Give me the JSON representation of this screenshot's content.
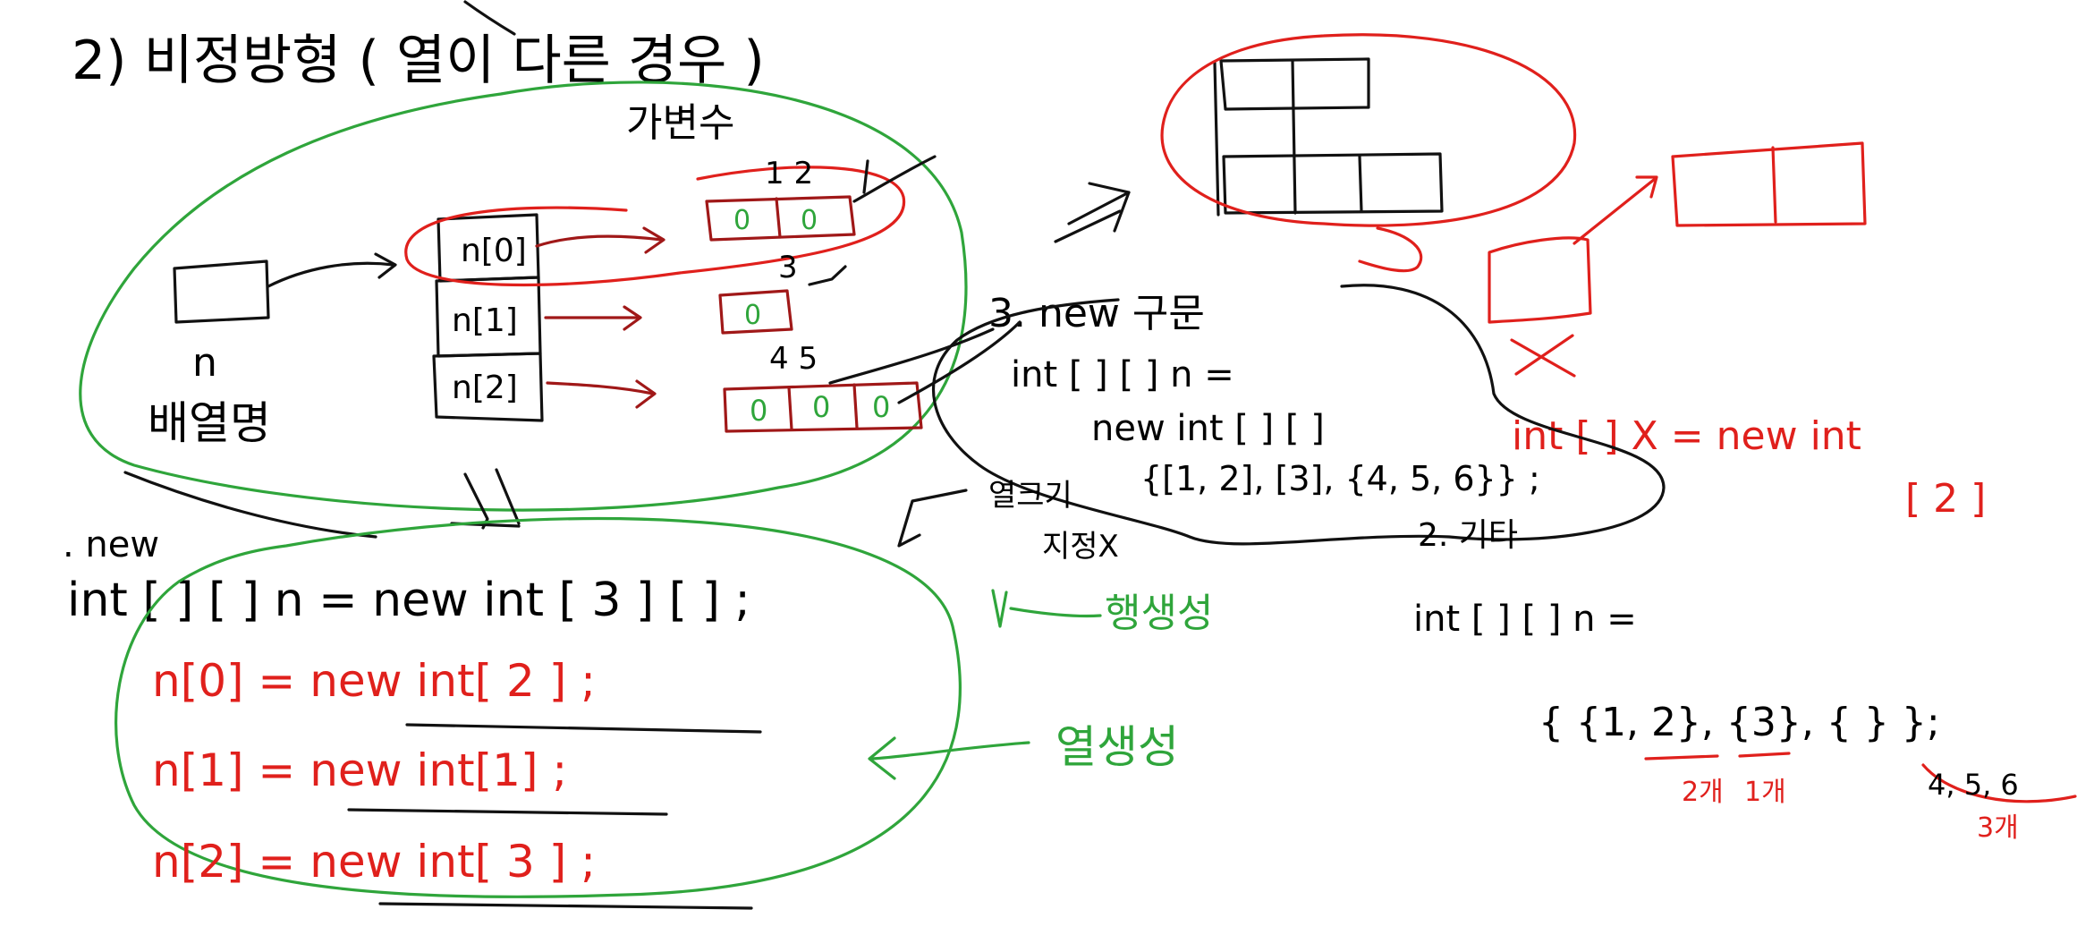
{
  "whiteboard": {
    "heading": "2) 비정방형 ( 열이 다른 경우 )",
    "heading_sub": "가변수",
    "ref_label": "n",
    "ref_caption": "배열명",
    "row_labels": [
      "n[0]",
      "n[1]",
      "n[2]"
    ],
    "col_index_top": "1  2",
    "col_index_row1": "3",
    "col_index_row2": "4  5",
    "cells_row0": [
      "0",
      "0"
    ],
    "cells_row1": [
      "0"
    ],
    "cells_row2": [
      "0",
      "0",
      "0"
    ],
    "equals_arrow": "//",
    "step_new_label": ". new",
    "code_declare": "int [ ] [ ] n = new int [ 3 ] [ ] ;",
    "code_rows": [
      "n[0] = new int[ 2 ] ;",
      "n[1] = new int[1] ;",
      "n[2] = new int[ 3 ] ;"
    ],
    "note_row_create": "행생성",
    "note_col_create": "열생성",
    "step3_title": "3. new 구문",
    "step3_line1": "int [ ] [ ] n =",
    "step3_line2": "new int [ ] [ ]",
    "step3_line3": "{[1, 2], [3], {4, 5, 6}} ;",
    "note_col_size": "열크기",
    "note_col_size2": "지정X",
    "step2_label": "2. 기타",
    "step2_line1": "int [ ] [ ] n =",
    "step2_line2": "{ {1, 2}, {3}, {    } };",
    "count_labels": [
      "2개",
      "1개",
      "4, 5, 6",
      "3개"
    ],
    "red_code_line1": "int [ ] X = new int",
    "red_code_line2": "[ 2 ]",
    "red_x_mark": "X"
  }
}
